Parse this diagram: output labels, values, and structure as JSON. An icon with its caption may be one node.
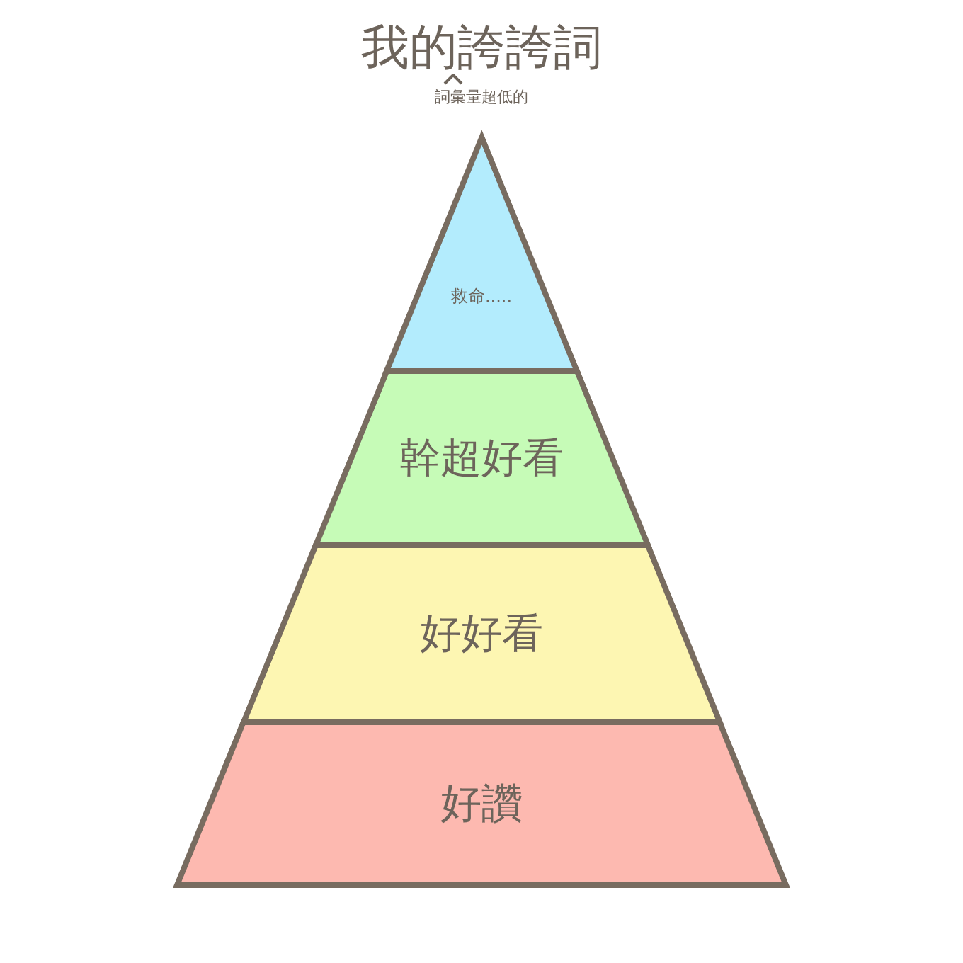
{
  "diagram": {
    "title": "我的誇誇詞",
    "nodes": [
      {
        "text": [
          "救命....."
        ]
      },
      {
        "text": [
          "幹超好看"
        ]
      },
      {
        "text": [
          "好好看"
        ]
      },
      {
        "text": [
          "好讚"
        ]
      }
    ],
    "labels": [
      "詞彙量超低的"
    ]
  }
}
